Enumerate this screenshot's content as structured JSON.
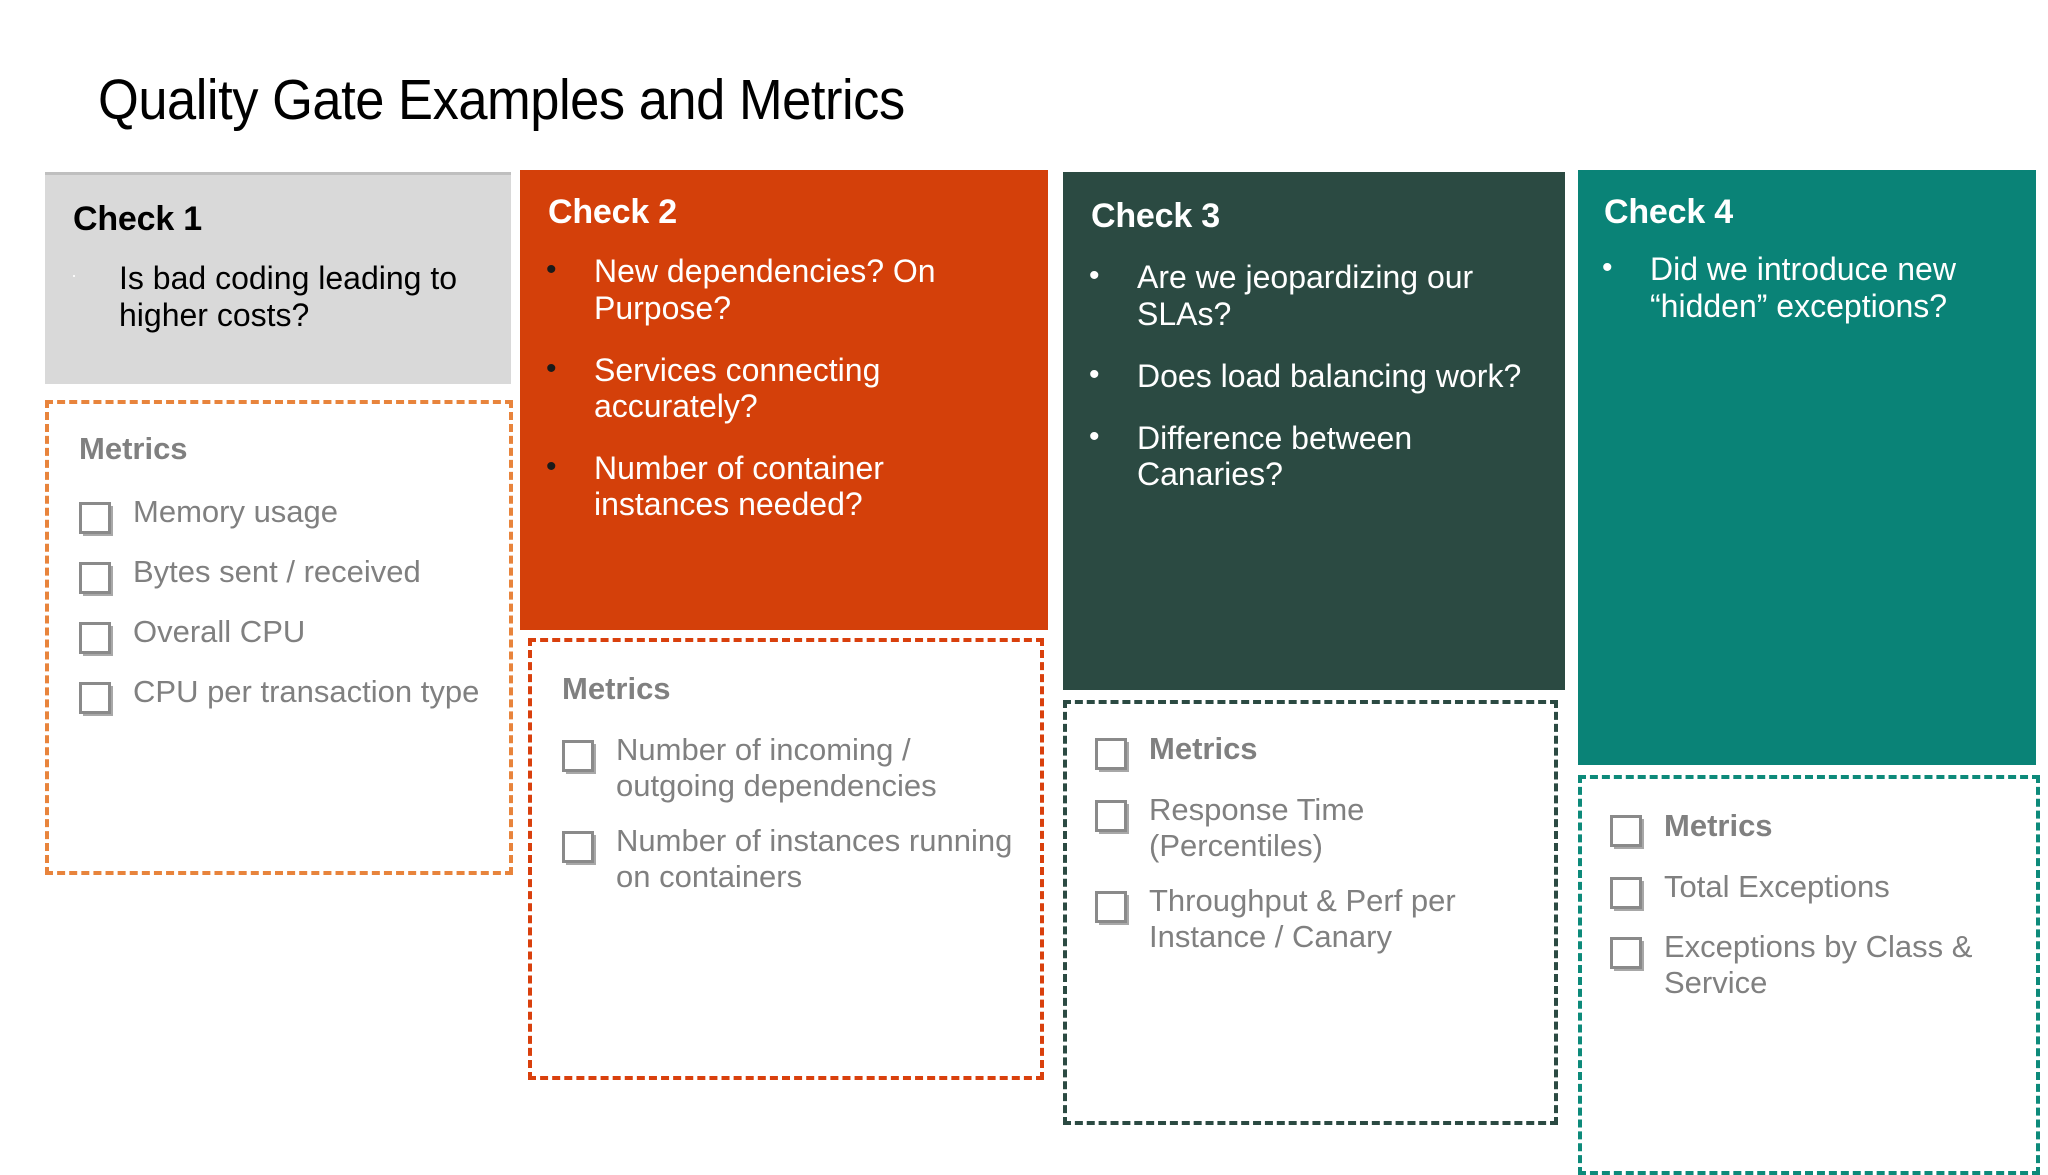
{
  "slide": {
    "title": "Quality Gate Examples and Metrics",
    "background": "#FFFFFF"
  },
  "colors": {
    "check1_bg": "#D9D9D9",
    "check1_border": "#E8843C",
    "check2_bg": "#D4400A",
    "check2_border": "#D9400D",
    "check3_bg": "#2B4A42",
    "check3_border": "#2B4A42",
    "check4_bg": "#0A8377",
    "check4_border": "#0D8A7A",
    "metrics_text": "#808080"
  },
  "checks": [
    {
      "title": "Check 1",
      "bullet_glyph": "·",
      "items": [
        "Is bad coding leading to higher costs?"
      ],
      "metrics": {
        "heading": "Metrics",
        "heading_has_checkbox": false,
        "checkbox_glyph": "❑",
        "items": [
          "Memory usage",
          "Bytes sent / received",
          "Overall CPU",
          "CPU per transaction type"
        ]
      }
    },
    {
      "title": "Check 2",
      "bullet_glyph": "•",
      "items": [
        "New dependencies? On Purpose?",
        "Services connecting accurately?",
        "Number of container instances needed?"
      ],
      "metrics": {
        "heading": "Metrics",
        "heading_has_checkbox": false,
        "checkbox_glyph": "❑",
        "items": [
          "Number of incoming / outgoing dependencies",
          "Number of instances running on containers"
        ]
      }
    },
    {
      "title": "Check 3",
      "bullet_glyph": "•",
      "items": [
        "Are we jeopardizing our SLAs?",
        "Does load balancing work?",
        "Difference between Canaries?"
      ],
      "metrics": {
        "heading": "Metrics",
        "heading_has_checkbox": true,
        "checkbox_glyph": "❑",
        "items": [
          "Response Time (Percentiles)",
          "Throughput & Perf per Instance / Canary"
        ]
      }
    },
    {
      "title": "Check 4",
      "bullet_glyph": "•",
      "items": [
        "Did we introduce new “hidden” exceptions?"
      ],
      "metrics": {
        "heading": "Metrics",
        "heading_has_checkbox": true,
        "checkbox_glyph": "❑",
        "items": [
          "Total Exceptions",
          "Exceptions by Class & Service"
        ]
      }
    }
  ]
}
